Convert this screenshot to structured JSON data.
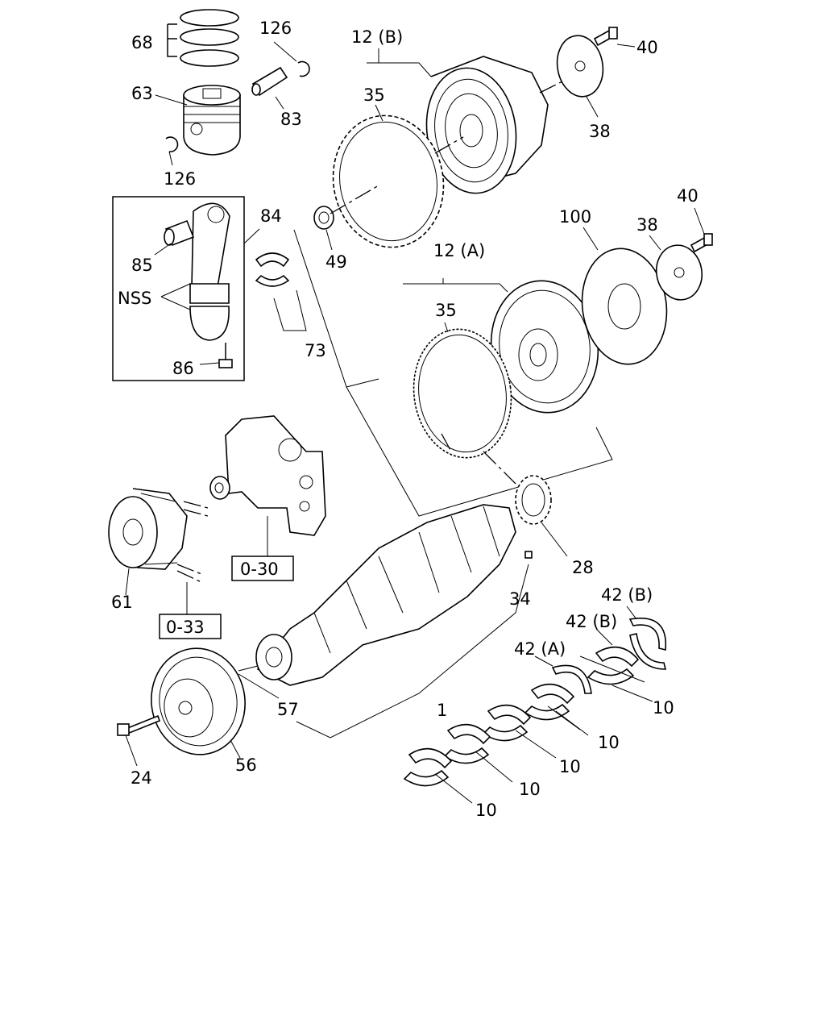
{
  "diagram": {
    "callouts": [
      {
        "id": "c68",
        "text": "68"
      },
      {
        "id": "c126a",
        "text": "126"
      },
      {
        "id": "c63",
        "text": "63"
      },
      {
        "id": "c83",
        "text": "83"
      },
      {
        "id": "c126b",
        "text": "126"
      },
      {
        "id": "c12b",
        "text": "12 (B)"
      },
      {
        "id": "c35a",
        "text": "35"
      },
      {
        "id": "c40a",
        "text": "40"
      },
      {
        "id": "c38a",
        "text": "38"
      },
      {
        "id": "c84",
        "text": "84"
      },
      {
        "id": "c85",
        "text": "85"
      },
      {
        "id": "cnss",
        "text": "NSS"
      },
      {
        "id": "c86",
        "text": "86"
      },
      {
        "id": "c49",
        "text": "49"
      },
      {
        "id": "c73",
        "text": "73"
      },
      {
        "id": "c12a",
        "text": "12 (A)"
      },
      {
        "id": "c35b",
        "text": "35"
      },
      {
        "id": "c100",
        "text": "100"
      },
      {
        "id": "c38b",
        "text": "38"
      },
      {
        "id": "c40b",
        "text": "40"
      },
      {
        "id": "c28",
        "text": "28"
      },
      {
        "id": "c61",
        "text": "61"
      },
      {
        "id": "c34",
        "text": "34"
      },
      {
        "id": "c42b1",
        "text": "42 (B)"
      },
      {
        "id": "c42b2",
        "text": "42 (B)"
      },
      {
        "id": "c42a",
        "text": "42 (A)"
      },
      {
        "id": "c1",
        "text": "1"
      },
      {
        "id": "c57",
        "text": "57"
      },
      {
        "id": "c10a",
        "text": "10"
      },
      {
        "id": "c10b",
        "text": "10"
      },
      {
        "id": "c10c",
        "text": "10"
      },
      {
        "id": "c10d",
        "text": "10"
      },
      {
        "id": "c10e",
        "text": "10"
      },
      {
        "id": "c24",
        "text": "24"
      },
      {
        "id": "c56",
        "text": "56"
      }
    ],
    "references": [
      {
        "id": "r030",
        "text": "0-30"
      },
      {
        "id": "r033",
        "text": "0-33"
      }
    ]
  }
}
